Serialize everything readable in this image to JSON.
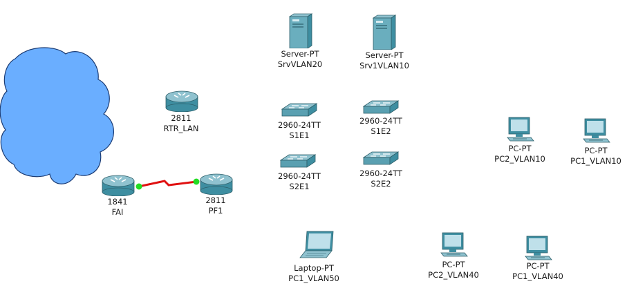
{
  "workspace": {
    "background": "#ffffff",
    "cloud_color": "#6aaeff",
    "link_color": "#e01010",
    "port_status_color": "#22dd22"
  },
  "devices": {
    "server_vlan20": {
      "model": "Server-PT",
      "name": "SrvVLAN20",
      "icon": "server-icon"
    },
    "server_vlan10": {
      "model": "Server-PT",
      "name": "Srv1VLAN10",
      "icon": "server-icon"
    },
    "rtr_lan": {
      "model": "2811",
      "name": "RTR_LAN",
      "icon": "router-icon"
    },
    "s1e1": {
      "model": "2960-24TT",
      "name": "S1E1",
      "icon": "switch-icon"
    },
    "s1e2": {
      "model": "2960-24TT",
      "name": "S1E2",
      "icon": "switch-icon"
    },
    "s2e1": {
      "model": "2960-24TT",
      "name": "S2E1",
      "icon": "switch-icon"
    },
    "s2e2": {
      "model": "2960-24TT",
      "name": "S2E2",
      "icon": "switch-icon"
    },
    "fai": {
      "model": "1841",
      "name": "FAI",
      "icon": "router-icon"
    },
    "pf1": {
      "model": "2811",
      "name": "PF1",
      "icon": "router-icon"
    },
    "pc2_vlan10": {
      "model": "PC-PT",
      "name": "PC2_VLAN10",
      "icon": "pc-icon"
    },
    "pc1_vlan10": {
      "model": "PC-PT",
      "name": "PC1_VLAN10",
      "icon": "pc-icon"
    },
    "laptop_vlan50": {
      "model": "Laptop-PT",
      "name": "PC1_VLAN50",
      "icon": "laptop-icon"
    },
    "pc2_vlan40": {
      "model": "PC-PT",
      "name": "PC2_VLAN40",
      "icon": "pc-icon"
    },
    "pc1_vlan40": {
      "model": "PC-PT",
      "name": "PC1_VLAN40",
      "icon": "pc-icon"
    }
  }
}
